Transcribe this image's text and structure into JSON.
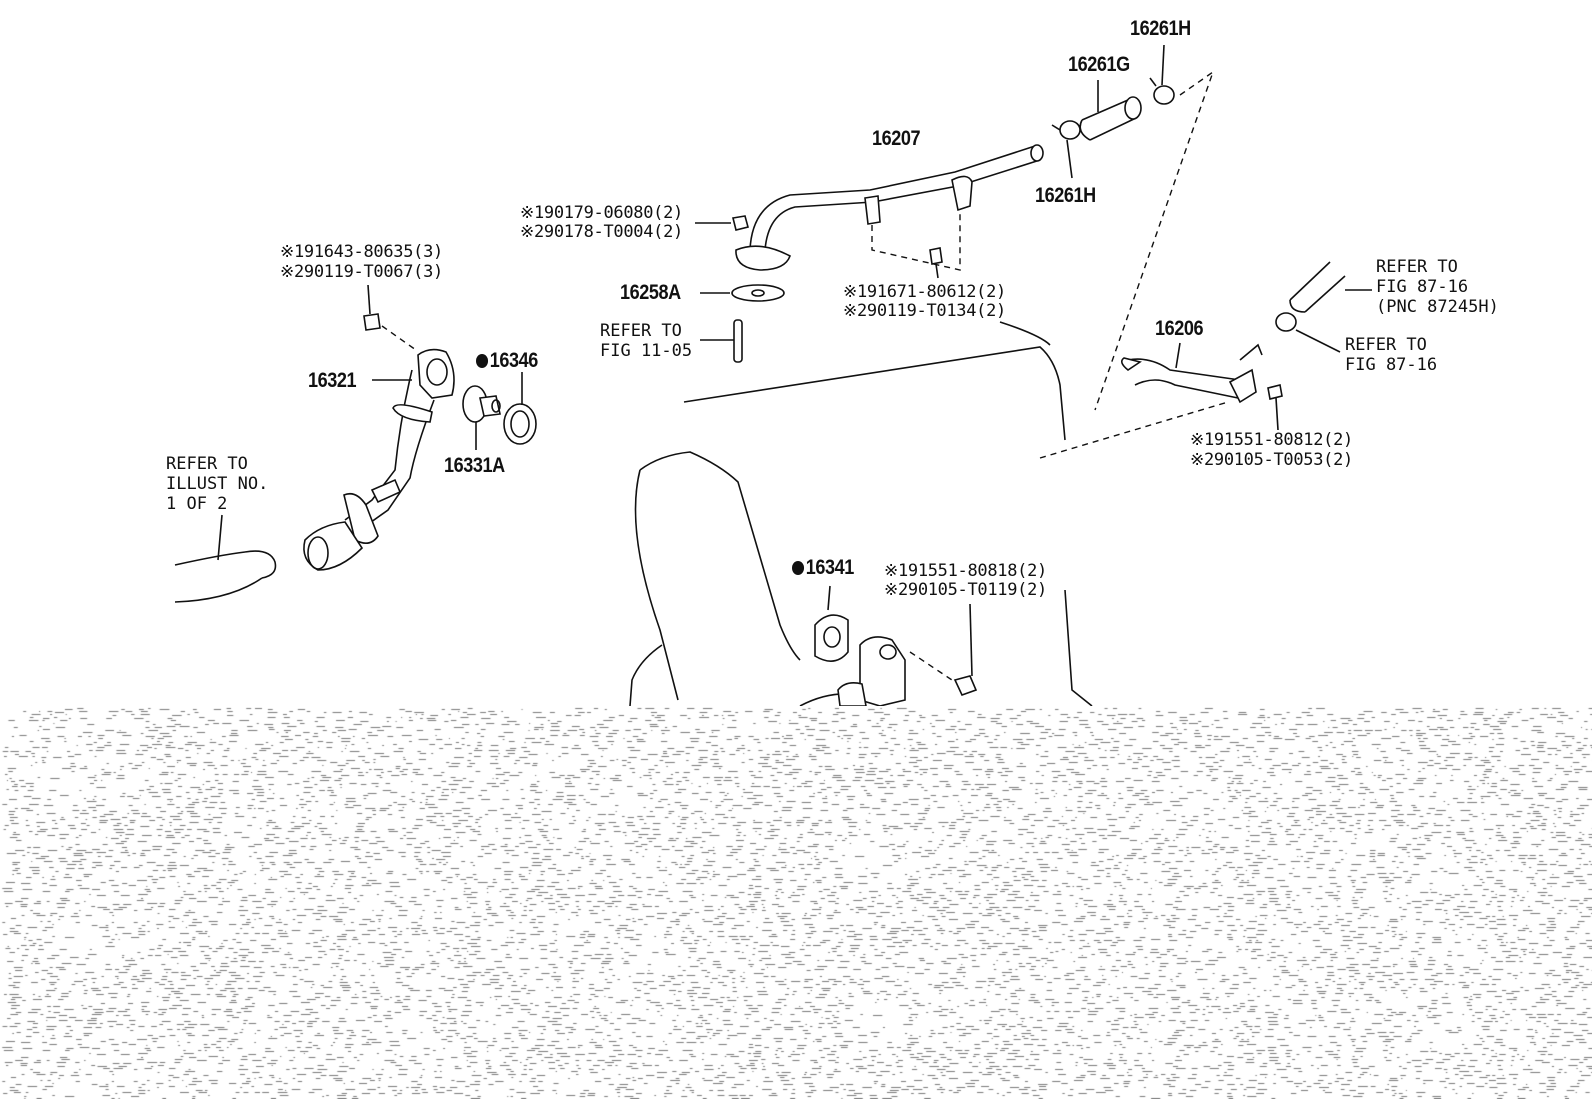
{
  "labels": {
    "p16261H_top": "16261H",
    "p16261G": "16261G",
    "p16207": "16207",
    "p16261H_bot": "16261H",
    "p190179": "※190179-06080(2)",
    "p290178": "※290178-T0004(2)",
    "p191643": "※191643-80635(3)",
    "p290119a": "※290119-T0067(3)",
    "p16258A": "16258A",
    "p191671": "※191671-80612(2)",
    "p290119b": "※290119-T0134(2)",
    "refer_fig_11_05_1": "REFER TO",
    "refer_fig_11_05_2": "FIG 11-05",
    "p16321": "16321",
    "p16346": "16346",
    "p16331A": "16331A",
    "refer_illust_1": "REFER TO",
    "refer_illust_2": "ILLUST NO.",
    "refer_illust_3": "1 OF 2",
    "p16206": "16206",
    "refer_8716a_1": "REFER TO",
    "refer_8716a_2": "FIG 87-16",
    "refer_8716a_3": "(PNC 87245H)",
    "refer_8716b_1": "REFER TO",
    "refer_8716b_2": "FIG 87-16",
    "p191551a": "※191551-80812(2)",
    "p290105a": "※290105-T0053(2)",
    "p16341": "16341",
    "p191551b": "※191551-80818(2)",
    "p290105b": "※290105-T0119(2)"
  },
  "colors": {
    "ink": "#111111",
    "background": "#ffffff",
    "noise": "#7a7a7a"
  },
  "icons": {
    "service_part_marker": "filled-circle-icon"
  }
}
